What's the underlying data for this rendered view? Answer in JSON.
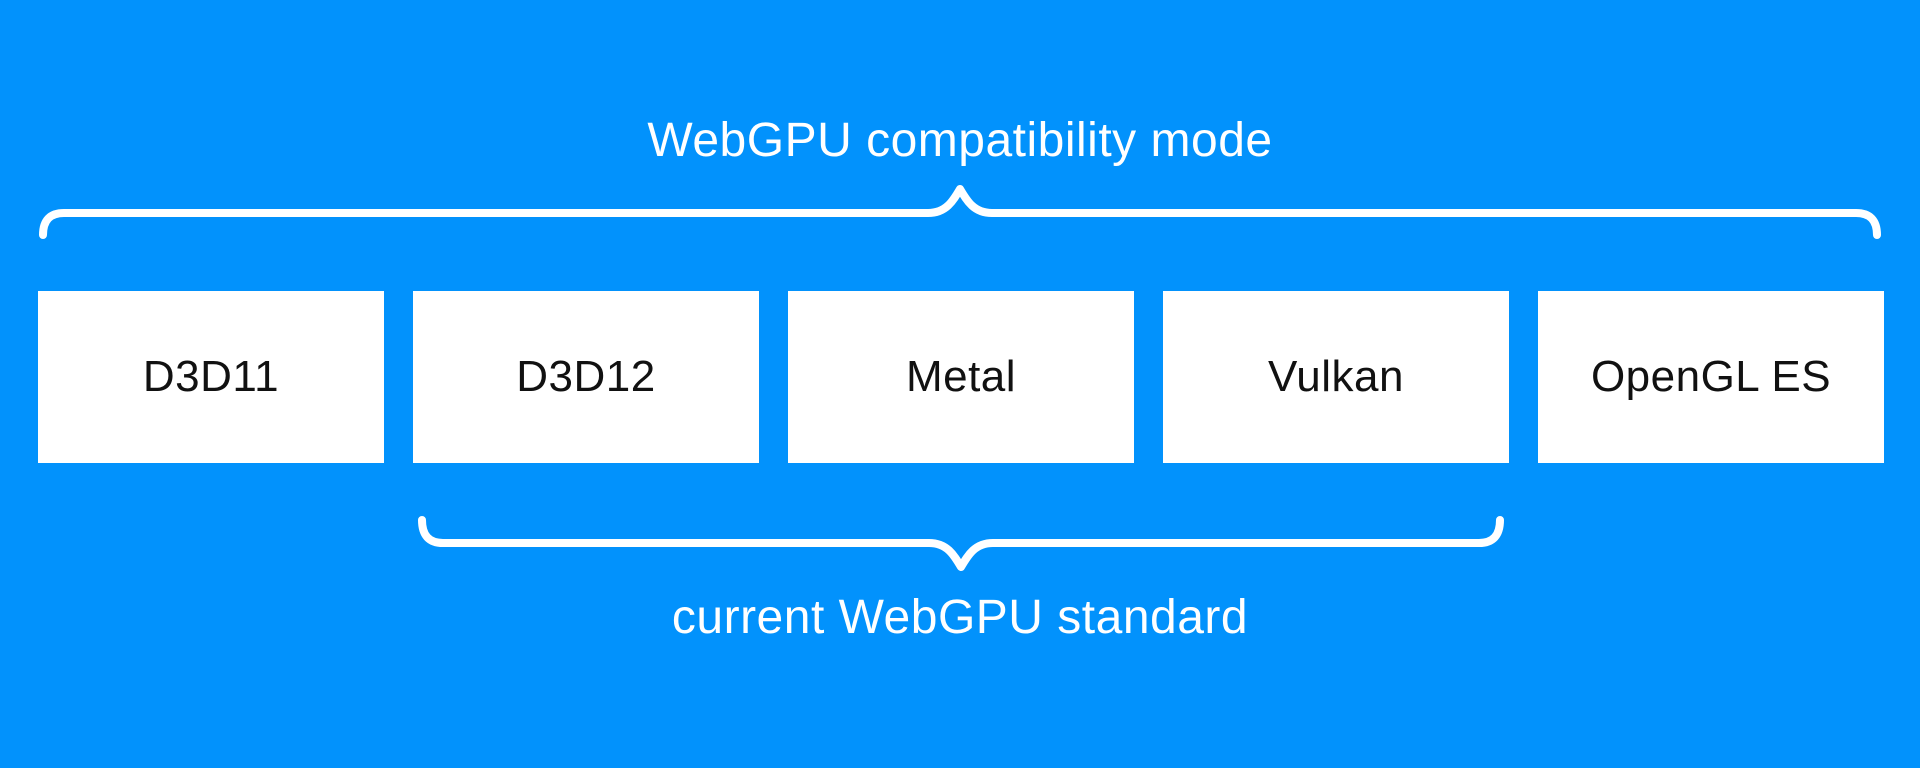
{
  "colors": {
    "background": "#0292fc",
    "box_background": "#ffffff",
    "box_text": "#111111",
    "brace": "#ffffff",
    "label_text": "#ffffff"
  },
  "labels": {
    "top": "WebGPU compatibility mode",
    "bottom": "current WebGPU standard"
  },
  "boxes": [
    {
      "label": "D3D11"
    },
    {
      "label": "D3D12"
    },
    {
      "label": "Metal"
    },
    {
      "label": "Vulkan"
    },
    {
      "label": "OpenGL ES"
    }
  ]
}
